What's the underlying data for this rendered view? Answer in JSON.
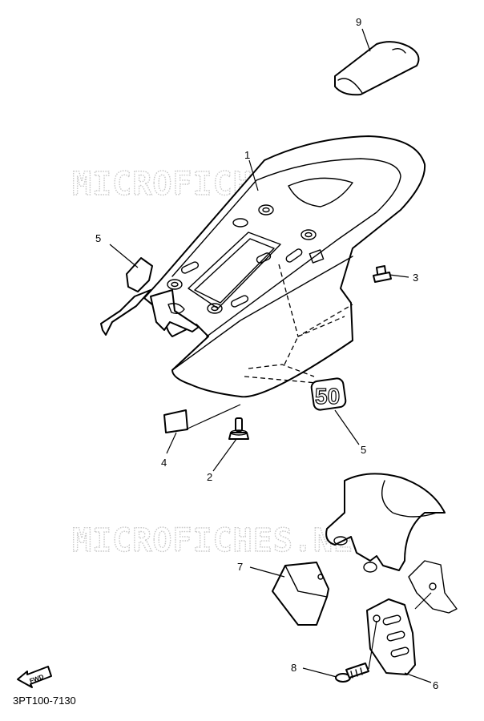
{
  "watermarks": [
    "MICROFICHES.NET",
    "MICROFICHES.NET"
  ],
  "callouts": [
    "1",
    "2",
    "3",
    "4",
    "5",
    "5",
    "6",
    "7",
    "8",
    "9"
  ],
  "badge_text": "50",
  "fwd_label": "FWD",
  "diagram_ref": "3PT100-7130"
}
